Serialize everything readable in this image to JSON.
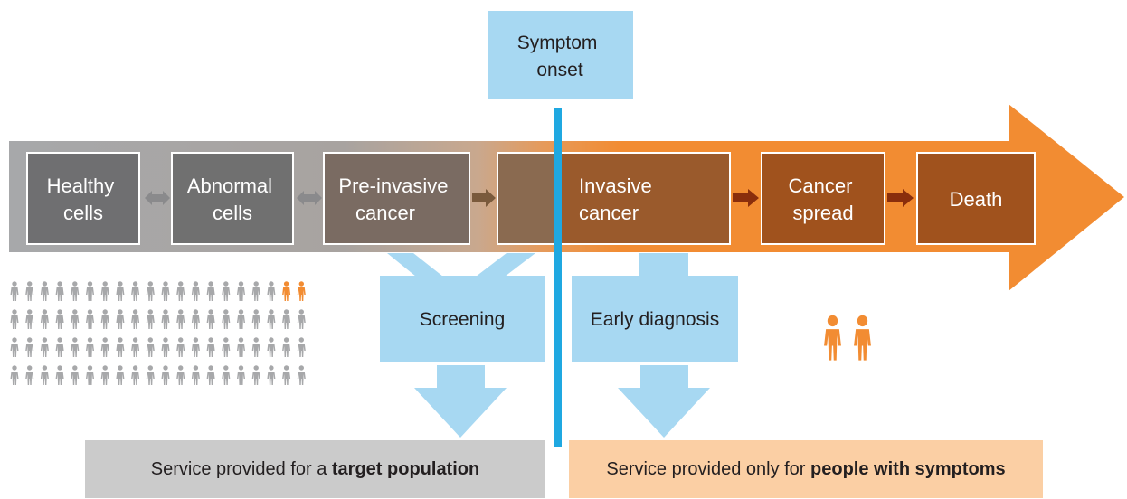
{
  "colors": {
    "grey_band": "#a7a8aa",
    "orange": "#f28c32",
    "brown": "#a0521d",
    "dark_grey_box": "#6f6f71",
    "light_blue": "#a7d8f2",
    "onset_line": "#1fa8e1",
    "person_grey": "#a7a8aa",
    "person_orange": "#f28c32",
    "banner_left": "#cbcbcb",
    "banner_right": "#fbcfa4"
  },
  "stages": [
    {
      "id": "healthy",
      "lines": [
        "Healthy",
        "cells"
      ]
    },
    {
      "id": "abnormal",
      "lines": [
        "Abnormal",
        "cells"
      ]
    },
    {
      "id": "pre-invasive",
      "lines": [
        "Pre-invasive",
        "cancer"
      ]
    },
    {
      "id": "blank",
      "lines": []
    },
    {
      "id": "invasive",
      "lines": [
        "Invasive",
        "cancer"
      ]
    },
    {
      "id": "spread",
      "lines": [
        "Cancer",
        "spread"
      ]
    },
    {
      "id": "death",
      "lines": [
        "Death"
      ]
    }
  ],
  "symptom_onset": {
    "lines": [
      "Symptom",
      "onset"
    ]
  },
  "screening": {
    "label": "Screening"
  },
  "early_diagnosis": {
    "label": "Early diagnosis"
  },
  "people": {
    "grey_count": 78,
    "orange_count": 2,
    "highlighted_count": 2
  },
  "banners": {
    "left": {
      "prefix": "Service provided for a ",
      "bold": "target population"
    },
    "right": {
      "prefix": "Service provided only for ",
      "bold": "people with symptoms"
    }
  }
}
